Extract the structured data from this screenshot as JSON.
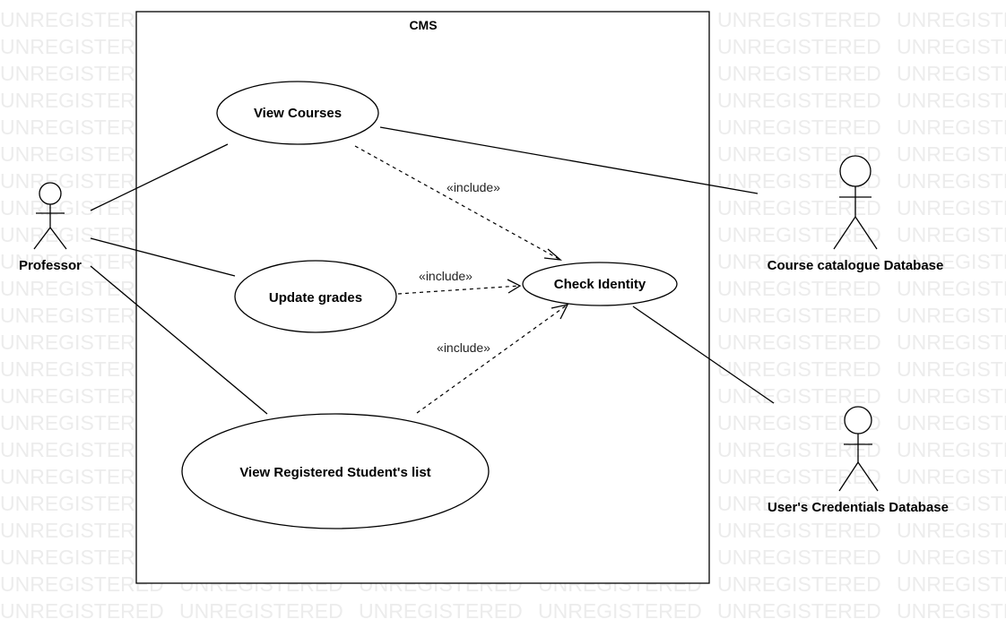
{
  "watermark": {
    "text": "UNREGISTERED",
    "color": "#ececec"
  },
  "system": {
    "title": "CMS"
  },
  "use_cases": {
    "view_courses": "View Courses",
    "update_grades": "Update grades",
    "check_identity": "Check Identity",
    "view_registered": "View Registered Student's list"
  },
  "actors": {
    "professor": "Professor",
    "course_catalogue_db": "Course catalogue Database",
    "users_credentials_db": "User's Credentials Database"
  },
  "relations": {
    "include_1": "«include»",
    "include_2": "«include»",
    "include_3": "«include»"
  }
}
